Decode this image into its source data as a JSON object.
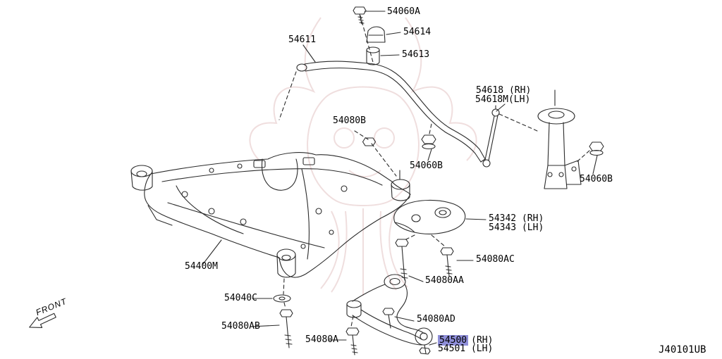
{
  "diagram": {
    "code": "J40101UB",
    "front_label": "FRONT",
    "highlight_color": "#8f8fd9",
    "background_color": "#ffffff",
    "line_color": "#2b2b2b",
    "watermark_color": "#ecd6d6"
  },
  "labels": {
    "p54060A": "54060A",
    "p54611": "54611",
    "p54614": "54614",
    "p54613": "54613",
    "p54618_rh": "54618 (RH)",
    "p54618m_lh": "54618M(LH)",
    "p54080B": "54080B",
    "p54060B_left": "54060B",
    "p54060B_right": "54060B",
    "p54342_rh": "54342 (RH)",
    "p54343_lh": "54343 (LH)",
    "p54400M": "54400M",
    "p54080AC": "54080AC",
    "p54080AA": "54080AA",
    "p54040C": "54040C",
    "p54080AD": "54080AD",
    "p54080AB": "54080AB",
    "p54080A": "54080A",
    "p54500_number": "54500",
    "p54500_suffix": "(RH)",
    "p54501_lh": "54501 (LH)"
  }
}
